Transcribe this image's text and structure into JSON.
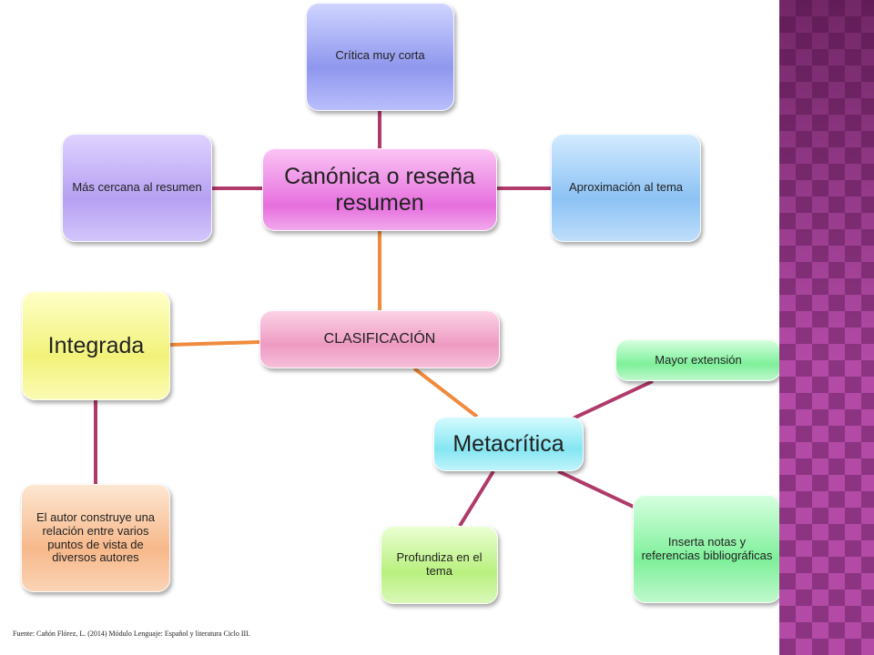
{
  "colors": {
    "connector_magenta": "#b03a6a",
    "connector_orange": "#f08a3c",
    "sidebar": "#b24aa6"
  },
  "nodes": {
    "canonica": "Canónica o reseña resumen",
    "critica": "Crítica muy corta",
    "cercana": "Más cercana al resumen",
    "aproximacion": "Aproximación al tema",
    "clasificacion": "CLASIFICACIÓN",
    "integrada": "Integrada",
    "autor": "El autor construye una relación entre varios puntos de vista de diversos autores",
    "metacritica": "Metacrítica",
    "mayor": "Mayor extensión",
    "inserta": "Inserta notas y referencias bibliográficas",
    "profundiza": "Profundiza en el tema"
  },
  "footer": {
    "source": "Fuente: Cañón Flórez, L. (2014) Módulo Lenguaje: Español y literatura Ciclo III."
  }
}
